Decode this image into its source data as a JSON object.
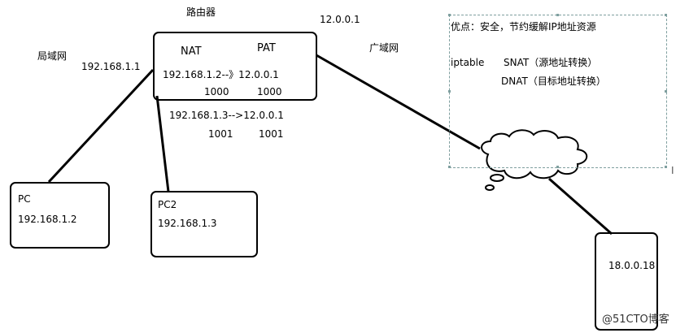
{
  "diagram": {
    "router": {
      "title": "路由器",
      "nat_label": "NAT",
      "pat_label": "PAT",
      "map_row": "192.168.1.2--》12.0.0.1",
      "port_left": "1000",
      "port_right": "1000"
    },
    "lan_label": "局域网",
    "lan_gateway_ip": "192.168.1.1",
    "wan_ip": "12.0.0.1",
    "wan_label": "广域网",
    "map2": {
      "row": "192.168.1.3-->12.0.0.1",
      "port_left": "1001",
      "port_right": "1001"
    },
    "pc1": {
      "name": "PC",
      "ip": "192.168.1.2"
    },
    "pc2": {
      "name": "PC2",
      "ip": "192.168.1.3"
    },
    "server": {
      "ip": "18.0.0.18"
    },
    "note": {
      "line1": "优点：安全，节约缓解IP地址资源",
      "line2_label": "iptable",
      "line2_value": "SNAT（源地址转换）",
      "line3_value": "DNAT（目标地址转换）"
    },
    "watermark": "@51CTO博客"
  }
}
